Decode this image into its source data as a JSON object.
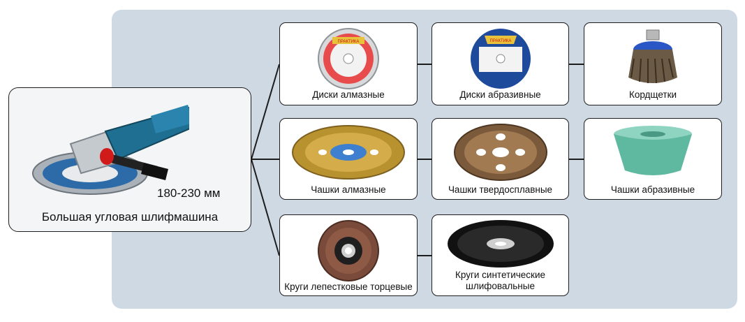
{
  "main_tool": {
    "size": "180-230 мм",
    "name": "Большая угловая шлифмашина",
    "icon": "angle-grinder-icon"
  },
  "brand": "ПРАКТИКА",
  "accessories": [
    {
      "label": "Диски алмазные",
      "icon": "diamond-disc-icon"
    },
    {
      "label": "Диски абразивные",
      "icon": "abrasive-disc-icon"
    },
    {
      "label": "Кордщетки",
      "icon": "wire-cup-brush-icon"
    },
    {
      "label": "Чашки алмазные",
      "icon": "diamond-cup-icon"
    },
    {
      "label": "Чашки твердосплавные",
      "icon": "carbide-cup-icon"
    },
    {
      "label": "Чашки абразивные",
      "icon": "abrasive-cup-icon"
    },
    {
      "label": "Круги лепестковые торцевые",
      "icon": "flap-disc-icon"
    },
    {
      "label": "Круги синтетические шлифовальные",
      "icon": "synthetic-disc-icon"
    }
  ],
  "colors": {
    "panel": "#cfd9e4",
    "grinder_body": "#1f6f93",
    "abrasive_blue": "#1e4a9c",
    "diamond_gold": "#b8922e",
    "abrasive_cup": "#5fb8a0"
  }
}
